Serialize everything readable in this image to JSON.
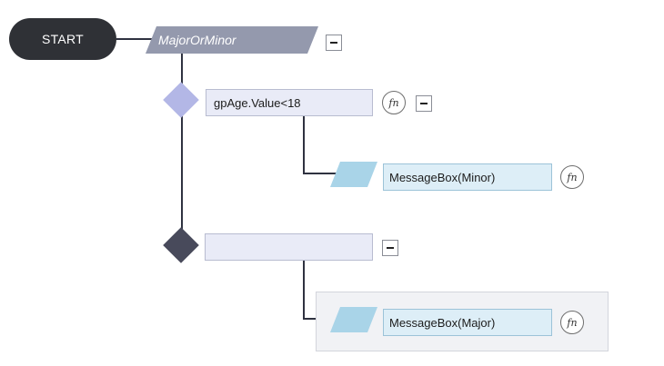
{
  "flow": {
    "start_label": "START",
    "function_name": "MajorOrMinor",
    "function_collapse": "−",
    "if_condition": "gpAge.Value<18",
    "if_fn": "fn",
    "if_collapse": "−",
    "if_statement": "MessageBox(Minor)",
    "if_statement_fn": "fn",
    "else_condition": "",
    "else_collapse": "−",
    "else_statement": "MessageBox(Major)",
    "else_statement_fn": "fn"
  },
  "colors": {
    "start": "#2f3136",
    "function_banner": "#9499ad",
    "if_diamond": "#b3b7e6",
    "else_diamond": "#484a5b",
    "condition_fill": "#e9ebf7",
    "statement_fill": "#ddeef7",
    "statement_marker": "#a9d4e8"
  }
}
